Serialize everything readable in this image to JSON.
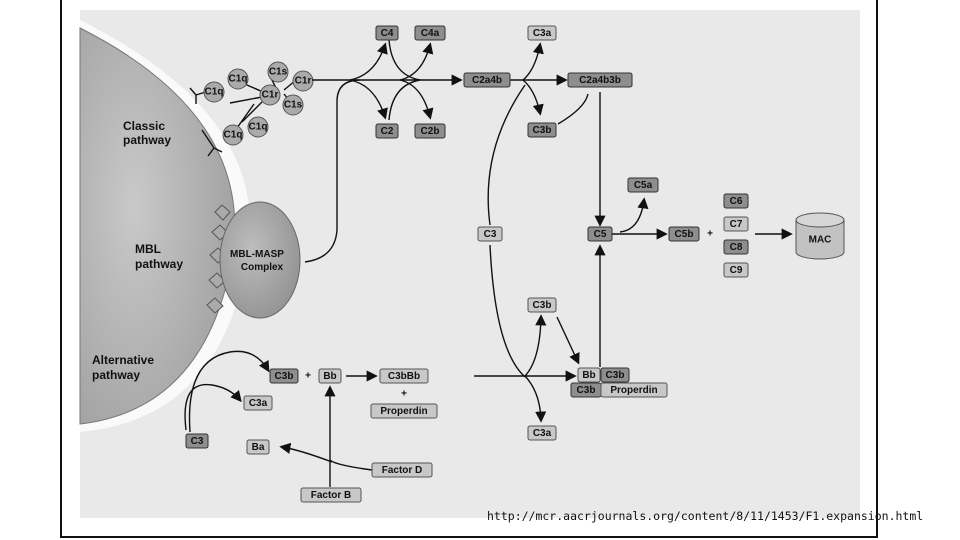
{
  "pathways": {
    "classic": "Classic\npathway",
    "mbl": "MBL\npathway",
    "alternative": "Alternative\npathway"
  },
  "complex": {
    "line1": "MBL-MASP",
    "line2": "Complex"
  },
  "c1": {
    "c1q": "C1q",
    "c1r": "C1r",
    "c1s": "C1s"
  },
  "nodes": {
    "c4": "C4",
    "c4a": "C4a",
    "c2": "C2",
    "c2b": "C2b",
    "c2a4b": "C2a4b",
    "c3a_top": "C3a",
    "c2a4b3b": "C2a4b3b",
    "c3b_top": "C3b",
    "c3_mid": "C3",
    "c5a": "C5a",
    "c5": "C5",
    "c5b": "C5b",
    "plus_c5b": "+",
    "c6": "C6",
    "c7": "C7",
    "c8": "C8",
    "c9": "C9",
    "mac": "MAC",
    "c3b_mid": "C3b",
    "bb": "Bb",
    "c3b_r": "C3b",
    "c3b_r2": "C3b",
    "properdin_r": "Properdin",
    "c3a_bot": "C3a",
    "alt_c3b": "C3b",
    "alt_plus": "+",
    "alt_bb": "Bb",
    "c3bbb": "C3bBb",
    "plus_prop": "+",
    "properdin": "Properdin",
    "alt_c3a": "C3a",
    "alt_c3": "C3",
    "ba": "Ba",
    "factor_d": "Factor D",
    "factor_b": "Factor B"
  },
  "source_url": "http://mcr.aacrjournals.org/content/8/11/1453/F1.expansion.html"
}
